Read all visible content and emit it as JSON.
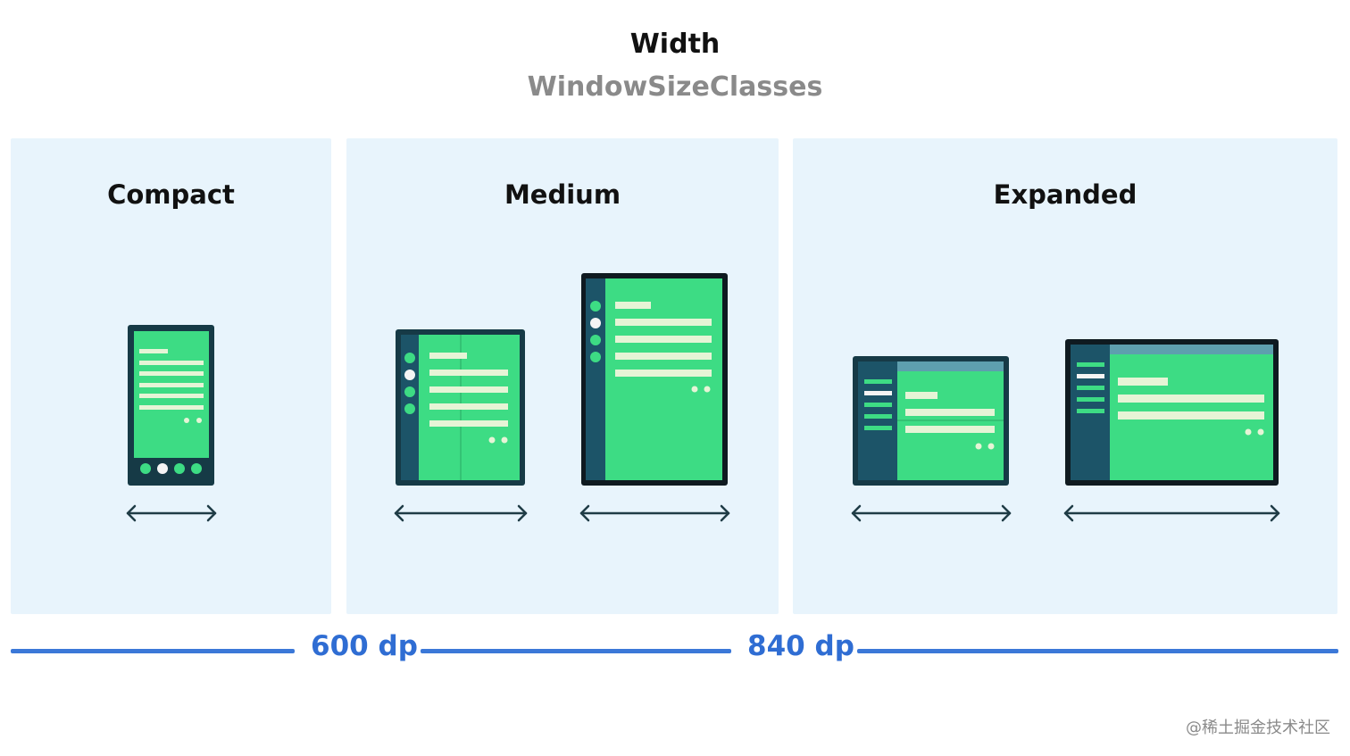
{
  "header": {
    "title": "Width",
    "subtitle": "WindowSizeClasses"
  },
  "panels": [
    {
      "label": "Compact"
    },
    {
      "label": "Medium"
    },
    {
      "label": "Expanded"
    }
  ],
  "breakpoints": [
    {
      "label": "600 dp"
    },
    {
      "label": "840 dp"
    }
  ],
  "watermark": "@稀土掘金技术社区",
  "colors": {
    "panel_bg": "#e8f4fc",
    "device_frame": "#163a46",
    "nav_rail": "#1c5468",
    "screen_green": "#3ddc84",
    "text_lines": "#e6f4d6",
    "breakpoint_blue": "#3b78d8"
  }
}
